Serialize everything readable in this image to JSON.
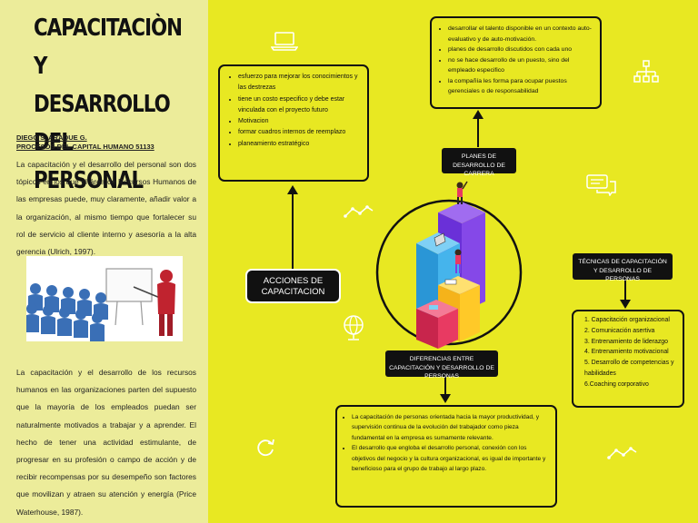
{
  "title": "CAPACITACIÒN Y DESARROLLO DEL PERSONAL",
  "author": {
    "name": "DIEGO S. ARAQUE G.",
    "course": "PROCESOS DEL CAPITAL HUMANO 51133"
  },
  "paragraph1": "La capacitación y el desarrollo del personal son dos tópicos en los que el área de Recursos Humanos de las empresas puede, muy claramente, añadir valor a la organización, al mismo tiempo que fortalecer su rol de servicio al cliente interno y asesoría a la alta gerencia (Ulrich, 1997).",
  "paragraph2": "La capacitación y el desarrollo de los recursos humanos en las organizaciones parten del supuesto que la mayoría de los empleados puedan ser naturalmente motivados a trabajar y a aprender. El hecho de tener una actividad estimulante, de progresar en su profesión o campo de acción y de recibir recompensas por su desempeño son factores que movilizan y atraen su atención y energía (Price Waterhouse, 1987).",
  "acciones": {
    "label": "ACCIONES DE CAPACITACION",
    "items": [
      "esfuerzo para mejorar los conocimientos y las destrezas",
      " tiene un costo especifico y debe estar vinculada con el proyecto futuro",
      "Motivacion",
      "formar cuadros internos de reemplazo",
      "planeamiento estratégico"
    ]
  },
  "planes": {
    "label": "PLANES DE DESARROLLO DE CARRERA",
    "items": [
      "desarrollar el talento disponible en un contexto auto-evaluativo y de auto-motivación.",
      "planes de desarrollo discutidos con cada uno",
      "no se hace desarrollo de un puesto, sino del empleado especifico",
      "la compañía les forma para ocupar puestos gerenciales o de responsabilidad"
    ]
  },
  "tecnicas": {
    "label": "TÉCNICAS DE CAPACITACIÓN Y DESARROLLO DE PERSONAS",
    "items": [
      "1. Capacitación organizacional",
      "2. Comunicación asertiva",
      "3. Entrenamiento de liderazgo",
      "4. Entrenamiento motivacional",
      "5. Desarrollo de competencias y habilidades",
      "6.Coaching corporativo"
    ]
  },
  "diferencias": {
    "label": "DIFERENCIAS ENTRE CAPACITACIÓN Y DESARROLLO DE PERSONAS",
    "items": [
      "La capacitación de personas orientada hacia la mayor productividad, y supervisión continua de la evolución del trabajador como pieza fundamental en la empresa es sumamente relevante.",
      "El desarrollo que engloba el desarrollo personal,  conexión con los objetivos del negocio y la cultura organizacional, es igual de importante y beneficioso para el grupo de trabajo al largo plazo."
    ]
  },
  "colors": {
    "background": "#e8e822",
    "left_panel": "#ecec9a",
    "label_box": "#111111",
    "purple": "#7b3fe4",
    "blue": "#3aaee8",
    "yellow": "#ffc928",
    "pink": "#e83a62"
  },
  "icons": [
    "laptop-icon",
    "org-chart-icon",
    "chat-icon",
    "line-graph-icon",
    "globe-icon",
    "refresh-icon"
  ]
}
